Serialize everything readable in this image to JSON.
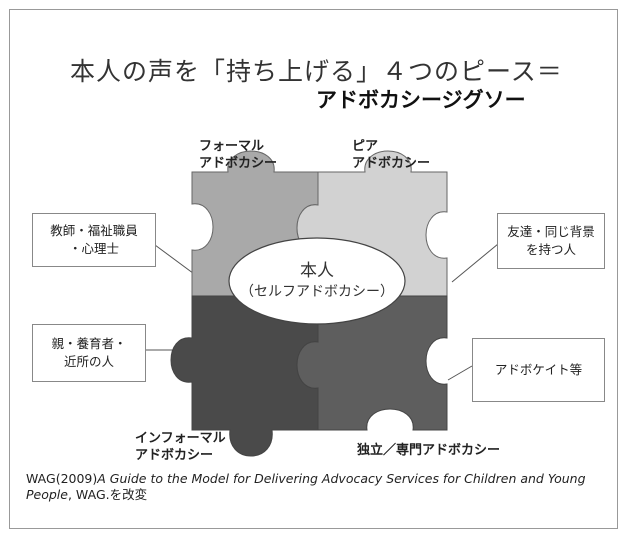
{
  "title": {
    "line1": "本人の声を「持ち上げる」４つのピース＝",
    "line2": "アドボカシージグソー"
  },
  "pieces": {
    "formal": {
      "line1": "フォーマル",
      "line2": "アドボカシー"
    },
    "peer": {
      "line1": "ピア",
      "line2": "アドボカシー"
    },
    "informal": {
      "line1": "インフォーマル",
      "line2": "アドボカシー"
    },
    "independent": {
      "label": "独立／専門アドボカシー"
    }
  },
  "center": {
    "line1": "本人",
    "line2": "（セルフアドボカシー）"
  },
  "callouts": {
    "teachers": {
      "line1": "教師・福祉職員",
      "line2": "・心理士"
    },
    "friends": {
      "line1": "友達・同じ背景",
      "line2": "を持つ人"
    },
    "parents": {
      "line1": "親・養育者・",
      "line2": "近所の人"
    },
    "advocates": {
      "text": "アドボケイト等"
    }
  },
  "citation": {
    "prefix": "WAG(2009)",
    "title": "A Guide to the Model for Delivering Advocacy Services for Children and Young People",
    "suffix": ", WAG.を改変"
  },
  "colors": {
    "formal": "#a9a9a9",
    "peer": "#d2d2d2",
    "informal": "#4a4a4a",
    "independent": "#5e5e5e",
    "ellipse": "#ffffff"
  }
}
